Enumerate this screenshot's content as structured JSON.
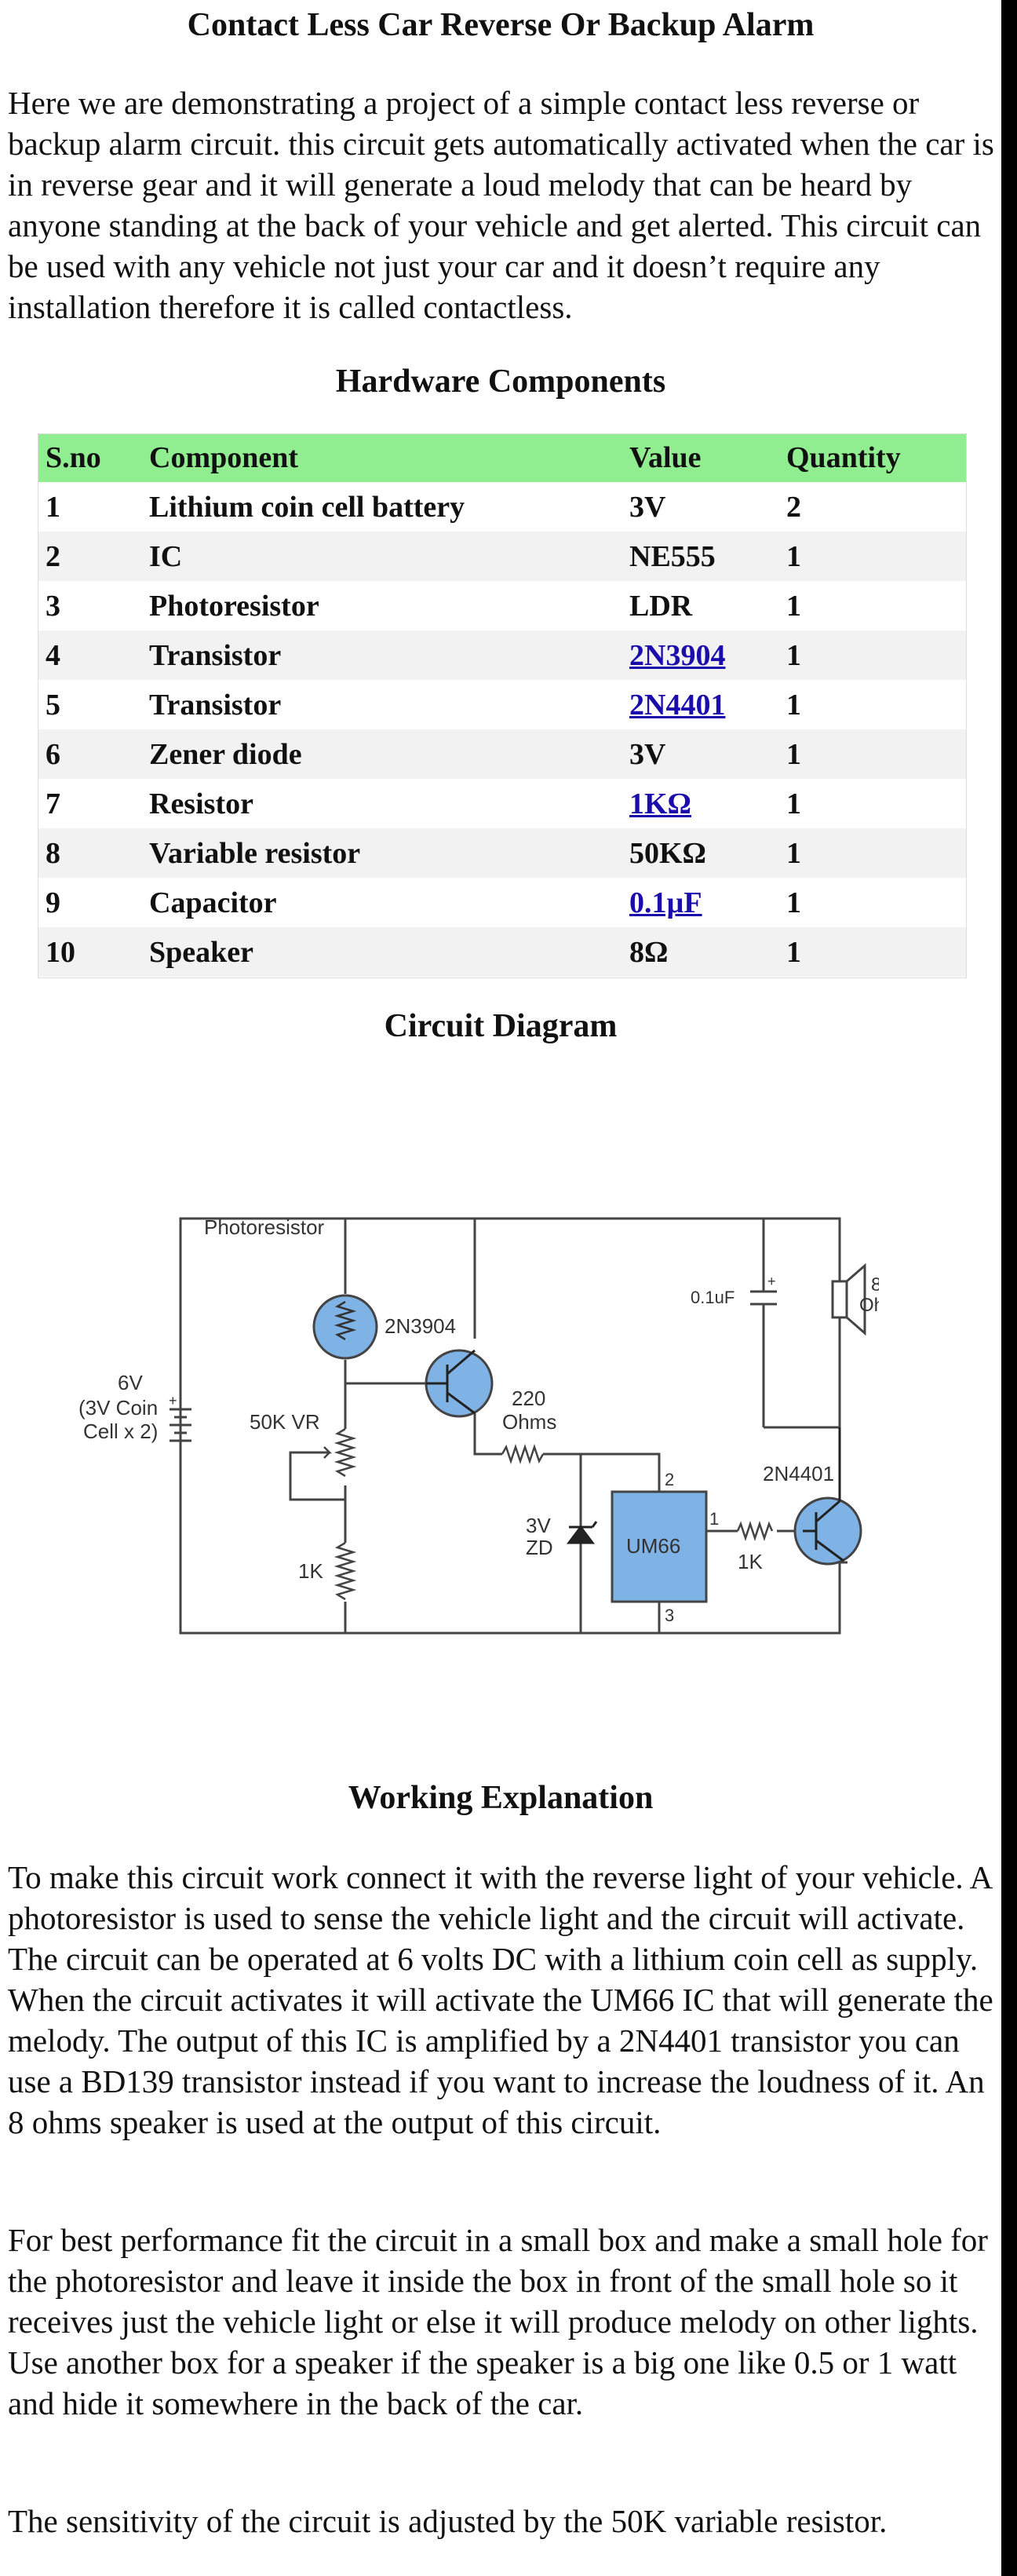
{
  "title": "Contact Less Car Reverse Or Backup Alarm",
  "intro": "Here we are demonstrating a project of a simple contact less reverse or backup alarm circuit. this circuit gets automatically activated when the car is in reverse gear and it will generate a loud melody that can be heard by anyone standing at the back of your vehicle and get alerted. This circuit can be used with any vehicle not just your car and it doesn’t require any installation therefore it is called contactless.",
  "hardware": {
    "heading": "Hardware Components",
    "columns": [
      "S.no",
      "Component",
      "Value",
      "Quantity"
    ],
    "rows": [
      {
        "sno": "1",
        "component": "Lithium coin cell battery",
        "value": "3V",
        "qty": "2"
      },
      {
        "sno": "2",
        "component": "IC",
        "value": "NE555",
        "qty": "1"
      },
      {
        "sno": "3",
        "component": "Photoresistor",
        "value": "LDR",
        "qty": "1"
      },
      {
        "sno": "4",
        "component": "Transistor",
        "value": "2N3904",
        "qty": "1"
      },
      {
        "sno": "5",
        "component": "Transistor",
        "value": "2N4401",
        "qty": "1"
      },
      {
        "sno": "6",
        "component": "Zener diode",
        "value": "3V",
        "qty": "1"
      },
      {
        "sno": "7",
        "component": "Resistor",
        "value": "1KΩ",
        "qty": "1"
      },
      {
        "sno": "8",
        "component": "Variable resistor",
        "value": "50KΩ",
        "qty": "1"
      },
      {
        "sno": "9",
        "component": "Capacitor",
        "value": "0.1µF",
        "qty": "1"
      },
      {
        "sno": "10",
        "component": "Speaker",
        "value": "8Ω",
        "qty": "1"
      }
    ]
  },
  "circuit": {
    "heading": "Circuit Diagram",
    "labels": {
      "photoresistor": "Photoresistor",
      "q1": "2N3904",
      "cap": "0.1uF",
      "spk_top": "8",
      "spk_bot": "Ohms",
      "batt1": "6V",
      "batt2": "(3V Coin",
      "batt3": "Cell x 2)",
      "vr": "50K VR",
      "r220a": "220",
      "r220b": "Ohms",
      "pin2": "2",
      "q2": "2N4401",
      "zd1": "3V",
      "zd2": "ZD",
      "ic": "UM66",
      "pin1": "1",
      "r1k_left": "1K",
      "r1k_right": "1K",
      "pin3": "3"
    }
  },
  "working": {
    "heading": "Working Explanation",
    "p1": "To make this circuit work connect it with the reverse light of your vehicle. A photoresistor is used to sense the vehicle light and the circuit will activate. The circuit can be operated at 6 volts DC with a lithium coin cell as supply. When the circuit activates it will activate the UM66 IC that will generate the melody. The output of this IC is amplified by a 2N4401 transistor you can use a BD139 transistor instead if you want to increase the loudness of it. An 8 ohms speaker is used at the output of this circuit.",
    "p2": "For best performance fit the circuit in a small box and make a small hole for the photoresistor and leave it inside the box in front of the small hole so it receives just the vehicle light or else it will produce melody on other lights. Use another box for a speaker if the speaker is a big one like 0.5 or 1 watt and hide it somewhere in the back of the car.",
    "p3": "The sensitivity of the circuit is adjusted by the 50K variable resistor."
  },
  "colors": {
    "table_header_bg": "#90ee90",
    "link": "#1a0dab",
    "component_fill": "#7fb2e5"
  }
}
